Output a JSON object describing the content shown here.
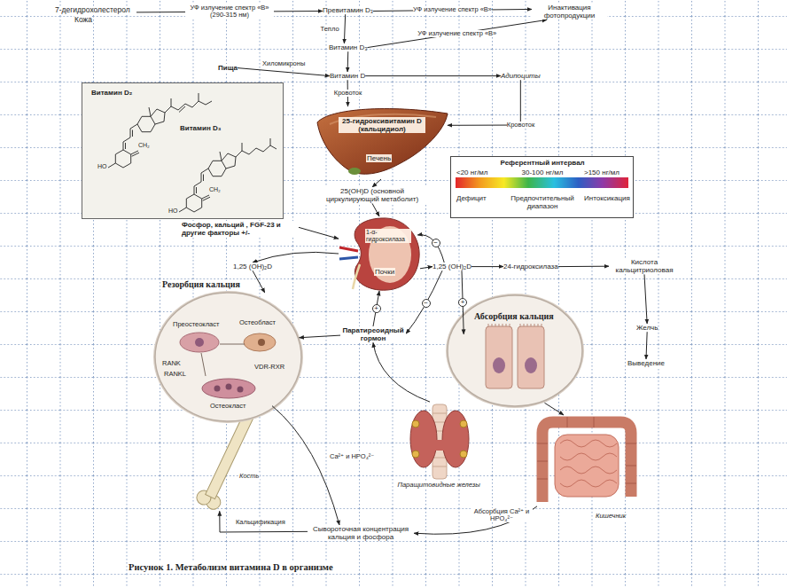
{
  "diagram": {
    "caption": "Рисунок 1. Метаболизм витамина D в организме",
    "nodes": [
      {
        "text": [
          "7-дегидрохолестерол",
          "Кожа"
        ]
      },
      {
        "text": [
          "Превитамин D₃"
        ]
      },
      {
        "text": [
          "Инактивация фотопродукции"
        ]
      },
      {
        "text": [
          "Витамин D₃"
        ]
      },
      {
        "text": [
          "Пища"
        ]
      },
      {
        "text": [
          "Витамин D"
        ]
      },
      {
        "text": [
          "Адипоциты"
        ]
      },
      {
        "text": [
          "Витамин D₂",
          "Витамин D₃"
        ]
      },
      {
        "text": [
          "25-гидроксивитамин D (кальцидиол)",
          "Печень"
        ]
      },
      {
        "text": [
          "Референтный интервал",
          "<20 нг/мл",
          "30-100 нг/мл",
          ">150 нг/мл",
          "Дефицит",
          "Предпочтительный диапазон",
          "Интоксикация"
        ]
      },
      {
        "text": [
          "25(OH)D (основной циркулирующий метаболит)"
        ]
      },
      {
        "text": [
          "Фосфор, кальций , FGF-23 и другие факторы +/-"
        ]
      },
      {
        "text": [
          "1-α-гидроксилаза",
          "Почки"
        ]
      },
      {
        "text": [
          "1,25 (OH)₂D"
        ]
      },
      {
        "text": [
          "1,25 (OH)₂D"
        ]
      },
      {
        "text": [
          "24-гидроксилаза"
        ]
      },
      {
        "text": [
          "Кислота кальцитриоловая"
        ]
      },
      {
        "text": [
          "Резорбция кальция",
          "Преостеокласт",
          "Остеобласт",
          "RANK",
          "RANKL",
          "VDR-RXR",
          "Остеокласт"
        ]
      },
      {
        "text": [
          "Паратиреоидный гормон"
        ]
      },
      {
        "text": [
          "Абсорбция кальция"
        ]
      },
      {
        "text": [
          "Желчь"
        ]
      },
      {
        "text": [
          "Выведение"
        ]
      },
      {
        "text": [
          "Паращитовидные железы"
        ]
      },
      {
        "text": [
          "Кишечник"
        ]
      },
      {
        "text": [
          "Кость"
        ]
      },
      {
        "text": [
          "Сывороточная концентрация кальция и фосфора"
        ]
      }
    ],
    "edges": [
      {
        "from": 0,
        "to": 1,
        "arrow": "to",
        "label": "УФ излучение спектр «В» (290-315 нм)"
      },
      {
        "from": 1,
        "to": 2,
        "arrow": "to",
        "label": "УФ излучение спектр «В»"
      },
      {
        "from": 1,
        "to": 3,
        "arrow": "to",
        "label": "Тепло"
      },
      {
        "from": 3,
        "to": 2,
        "arrow": "to",
        "label": "УФ излучение спектр «В»"
      },
      {
        "from": 4,
        "to": 5,
        "arrow": "to",
        "label": "Хиломикроны"
      },
      {
        "from": 3,
        "to": 5,
        "arrow": "to"
      },
      {
        "from": 5,
        "to": 6,
        "arrow": "to"
      },
      {
        "from": 6,
        "to": 8,
        "arrow": "to",
        "label": "Кровоток"
      },
      {
        "from": 5,
        "to": 8,
        "arrow": "to",
        "label": "Кровоток"
      },
      {
        "from": 8,
        "to": 10,
        "arrow": "to"
      },
      {
        "from": 10,
        "to": 12,
        "arrow": "to"
      },
      {
        "from": 11,
        "to": 12,
        "arrow": "to"
      },
      {
        "from": 12,
        "to": 13,
        "arrow": "to"
      },
      {
        "from": 12,
        "to": 14,
        "arrow": "to"
      },
      {
        "from": 14,
        "to": 15,
        "arrow": "to"
      },
      {
        "from": 15,
        "to": 16,
        "arrow": "to"
      },
      {
        "from": 16,
        "to": 20,
        "arrow": "to"
      },
      {
        "from": 20,
        "to": 21,
        "arrow": "to"
      },
      {
        "from": 13,
        "to": 17,
        "arrow": "to"
      },
      {
        "from": 14,
        "to": 12,
        "arrow": "to",
        "label": "−"
      },
      {
        "from": 14,
        "to": 18,
        "arrow": "to",
        "label": "−"
      },
      {
        "from": 14,
        "to": 19,
        "arrow": "to",
        "label": "+"
      },
      {
        "from": 18,
        "to": 12,
        "arrow": "to",
        "label": "+"
      },
      {
        "from": 18,
        "to": 17,
        "arrow": "to"
      },
      {
        "from": 22,
        "to": 18,
        "arrow": "to"
      },
      {
        "from": 17,
        "to": 25,
        "arrow": "to",
        "label": "Ca²⁺ и HPO₄²⁻"
      },
      {
        "from": 25,
        "to": 24,
        "arrow": "to",
        "label": "Кальцификация"
      },
      {
        "from": 23,
        "to": 25,
        "arrow": "to",
        "label": "Абсорбция Ca²⁺ и HPO₄²⁻"
      },
      {
        "from": 19,
        "to": 23,
        "arrow": "to"
      }
    ],
    "labels": [
      "HO",
      "CH₂",
      "HO",
      "CH₂"
    ]
  }
}
